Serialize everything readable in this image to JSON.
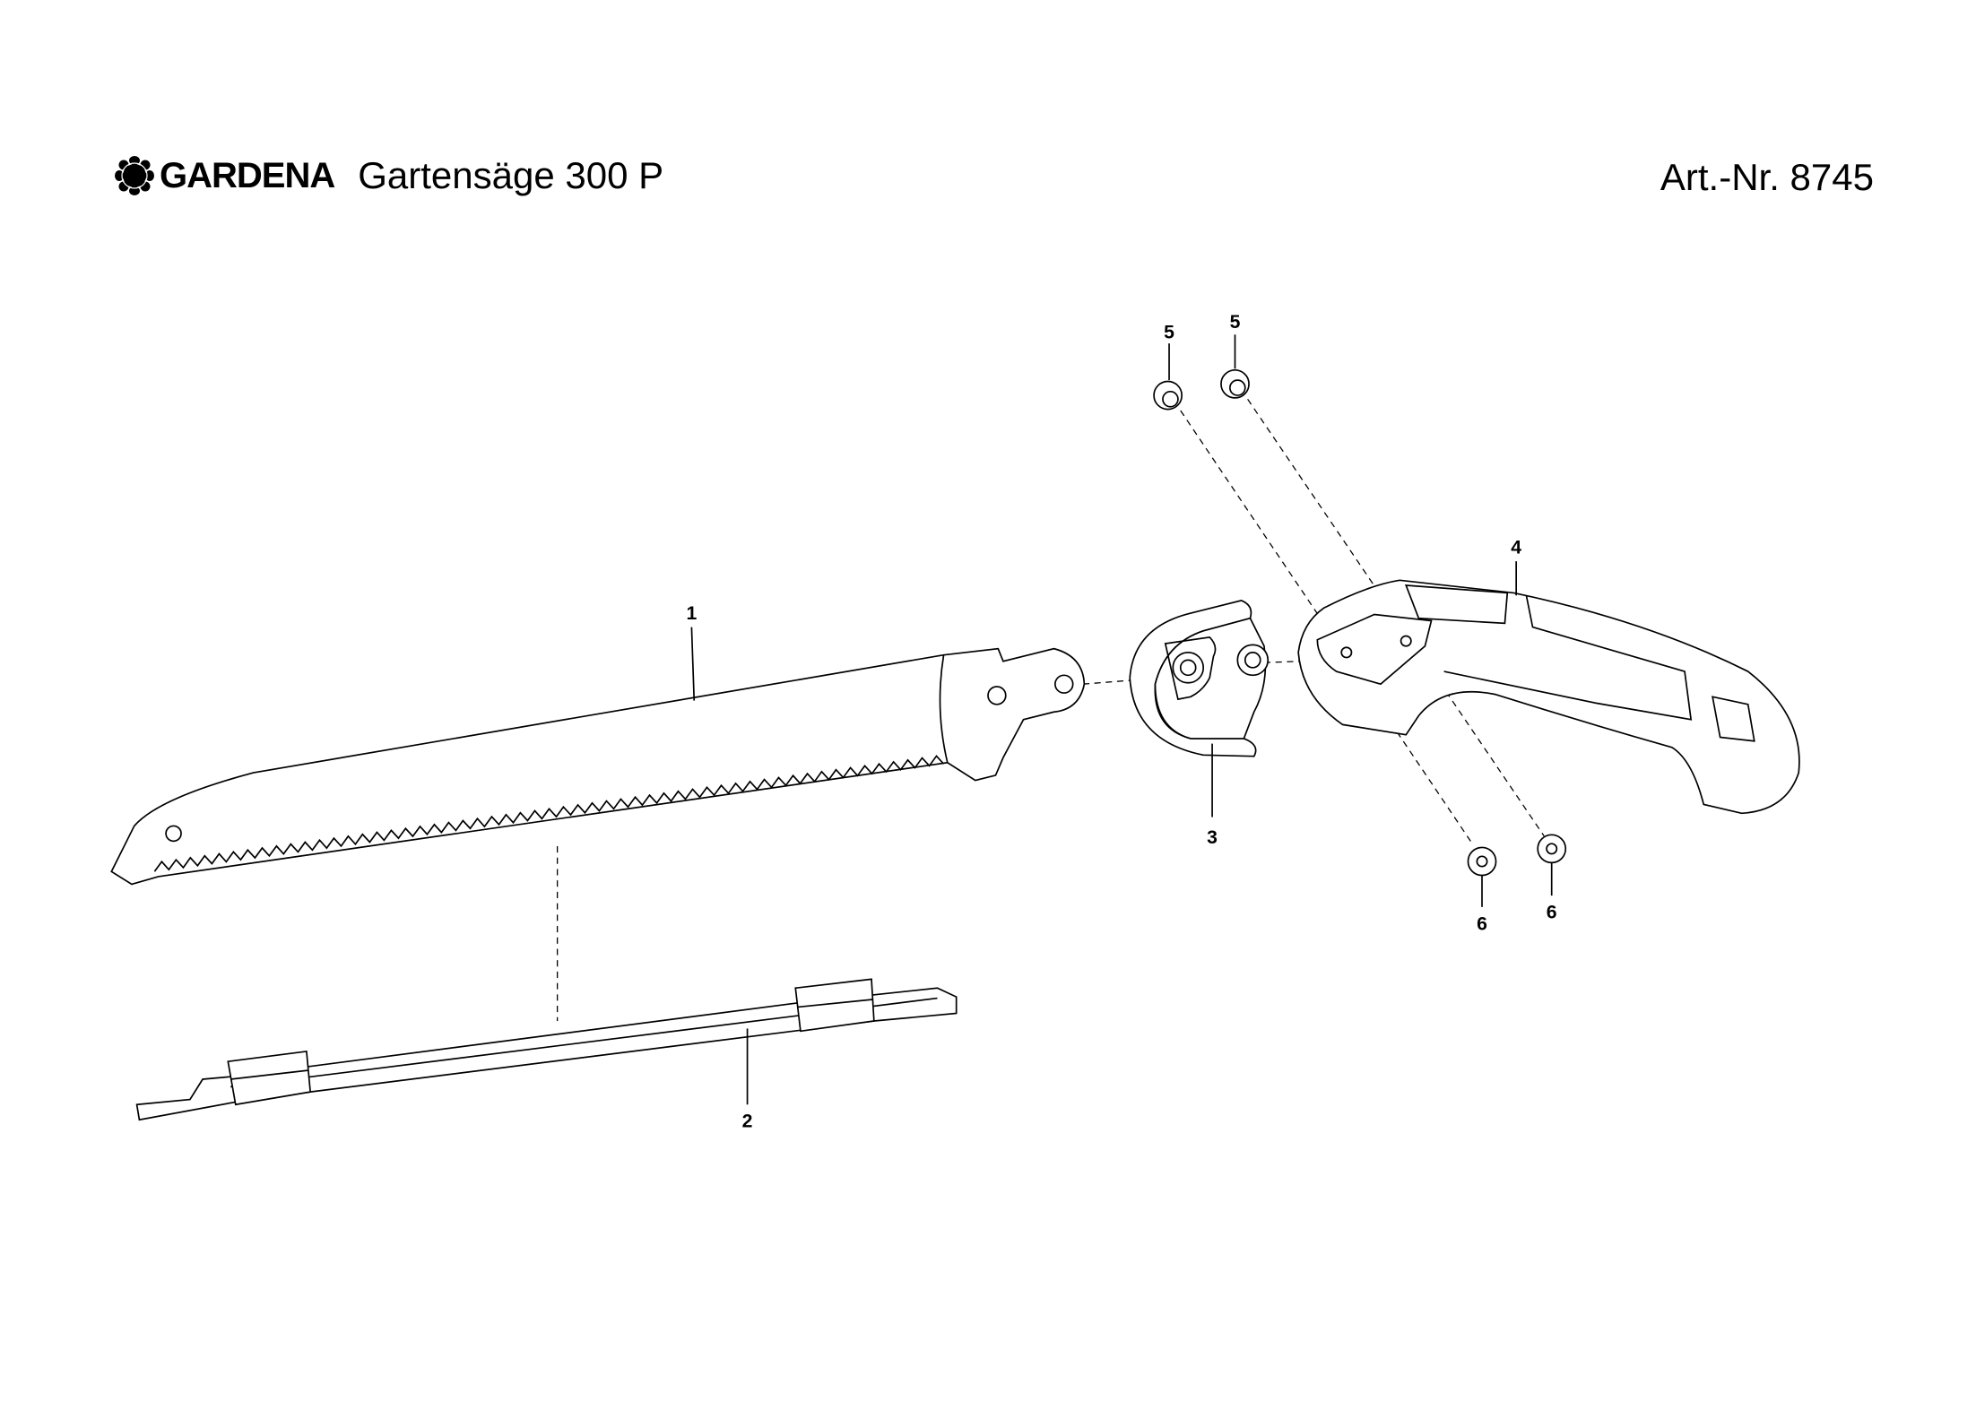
{
  "header": {
    "brand": "GARDENA",
    "product_title": "Gartensäge 300 P",
    "article_number": "Art.-Nr. 8745"
  },
  "parts": [
    {
      "callout": "1"
    },
    {
      "callout": "2"
    },
    {
      "callout": "3"
    },
    {
      "callout": "4"
    },
    {
      "callout": "5"
    },
    {
      "callout": "5"
    },
    {
      "callout": "6"
    },
    {
      "callout": "6"
    }
  ]
}
